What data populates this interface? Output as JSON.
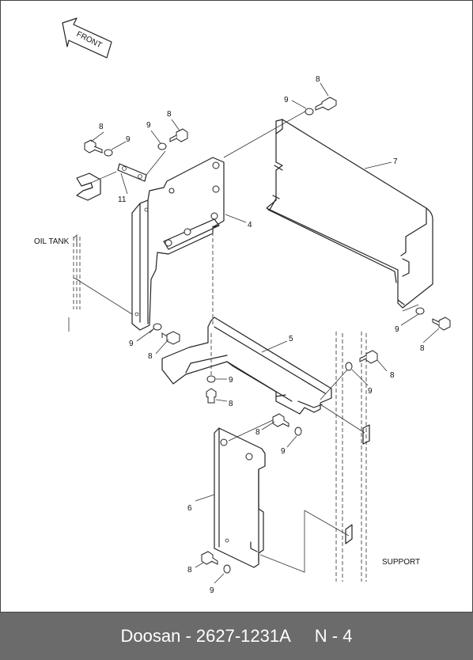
{
  "diagram": {
    "front_label": "FRONT",
    "oil_tank_label": "OIL TANK",
    "support_label": "SUPPORT",
    "callouts": {
      "c8a": "8",
      "c9a": "9",
      "c8b": "8",
      "c9b": "9",
      "c8c": "8",
      "c7": "7",
      "c11": "11",
      "c4": "4",
      "c9c": "9",
      "c8d": "8",
      "c9d": "9",
      "c8e": "8",
      "c5": "5",
      "c9e": "9",
      "c8f": "8",
      "c8g": "8",
      "c9f": "9",
      "c8h": "8",
      "c9g": "9",
      "c6": "6",
      "c8i": "8",
      "c9h": "9"
    }
  },
  "footer": {
    "part_text": "Doosan - 2627-1231A",
    "page_ref": "N - 4"
  }
}
